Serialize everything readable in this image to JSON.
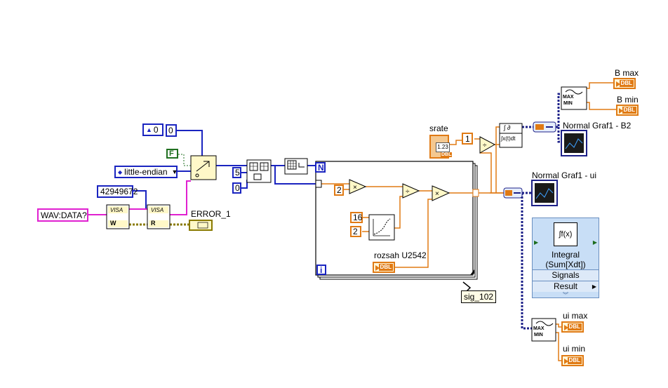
{
  "constants": {
    "array_const": "0",
    "array_index": "0",
    "bool_false": "F",
    "endian": "little-endian",
    "byte_count": "42949672",
    "visa_cmd": "WAV:DATA?",
    "size_5": "5",
    "size_0": "0",
    "loop_n": "N",
    "loop_i": "i",
    "mult_2": "2",
    "poly_16": "16",
    "poly_2": "2",
    "srate_one": "1",
    "srate_num": "1.23"
  },
  "labels": {
    "error": "ERROR_1",
    "srate": "srate",
    "rozsah": "rozsah U2542",
    "sig": "sig_102",
    "graph_b2": "Normal Graf1 - B2",
    "graph_ui": "Normal Graf1 - ui",
    "b_max": "B max",
    "b_min": "B min",
    "ui_max": "ui max",
    "ui_min": "ui min",
    "dbl": "DBL"
  },
  "integral_panel": {
    "title_line1": "Integral",
    "title_line2": "(Sum[Xdt])",
    "signals": "Signals",
    "result": "Result"
  },
  "icons": {
    "visa_write": "W",
    "visa_read": "R",
    "max": "MAX",
    "min": "MIN",
    "integrate": "∫ ∂",
    "integrate_sub": "∫x(t)dt",
    "fx": "∫f(x)"
  }
}
